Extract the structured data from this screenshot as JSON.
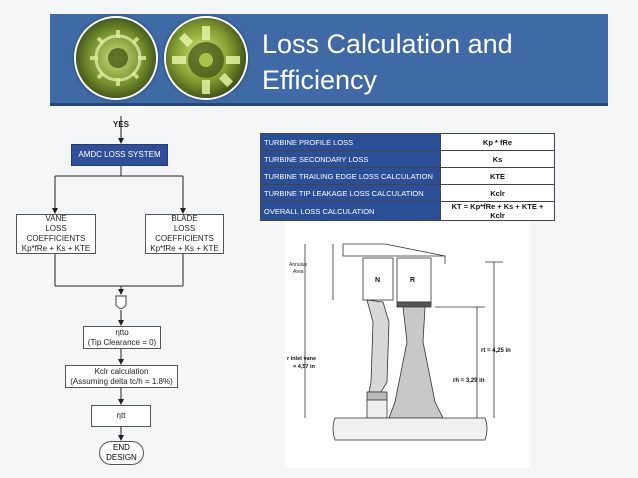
{
  "slide": {
    "title": "Loss Calculation and\nEfficiency"
  },
  "flowchart": {
    "yes_label": "YES",
    "amdc_box": "AMDC LOSS SYSTEM",
    "vane_box": "VANE\nLOSS COEFFICIENTS\nKp*fRe + Ks + KTE",
    "blade_box": "BLADE\nLOSS COEFFICIENTS\nKp*fRe + Ks + KTE",
    "etto_box": "ηtto\n(Tip Clearance = 0)",
    "kclr_box": "Kclr calculation\n(Assuming delta tc/h = 1.8%)",
    "ett_box": "ηtt",
    "end_box": "END\nDESIGN"
  },
  "loss_table": {
    "rows": [
      {
        "label": "TURBINE PROFILE LOSS",
        "value": "Kp * fRe"
      },
      {
        "label": "TURBINE SECONDARY LOSS",
        "value": "Ks"
      },
      {
        "label": "TURBINE TRAILING EDGE LOSS CALCULATION",
        "value": "KTE"
      },
      {
        "label": "TURBINE TIP LEAKAGE LOSS CALCULATION",
        "value": "Kclr"
      },
      {
        "label": "OVERALL LOSS CALCULATION",
        "value": "KT = Kp*fRe + Ks + KTE + Kclr"
      }
    ]
  },
  "turbine_drawing": {
    "annulus_label": "Annulus\nArea",
    "n_label": "N",
    "r_label": "R",
    "r_inlet_vane": "r inlet vane\n= 4,57 in",
    "rt_label": "rt = 4,25 in",
    "rh_label": "rh = 3,29 in"
  },
  "colors": {
    "header_blue": "#3f6aa6",
    "table_blue": "#2a4f97",
    "flow_blue": "#2f4f9a"
  }
}
